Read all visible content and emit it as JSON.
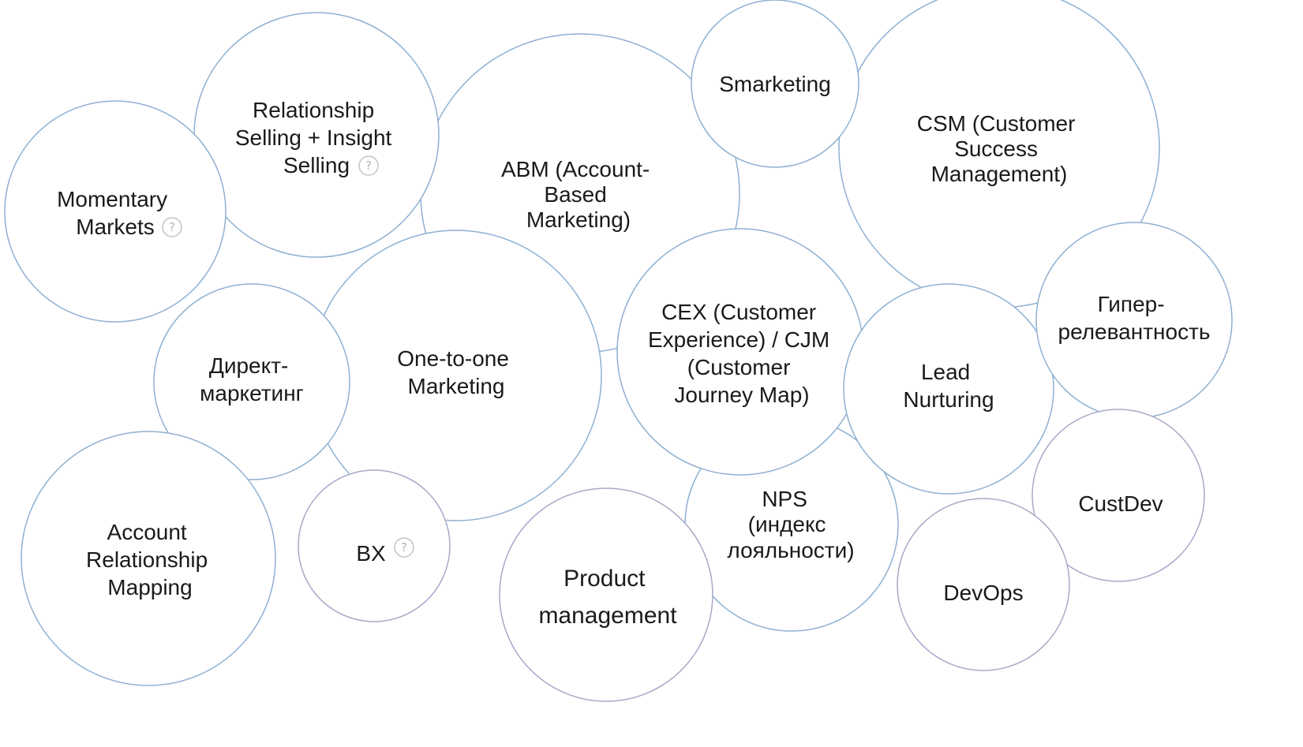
{
  "bubbles": [
    {
      "id": "momentary-markets",
      "lines": [
        "Momentary",
        "Markets"
      ],
      "help_icon": "question-icon",
      "style": "blue"
    },
    {
      "id": "relationship-selling",
      "lines": [
        "Relationship",
        "Selling + Insight",
        "Selling"
      ],
      "help_icon": "question-icon",
      "style": "blue"
    },
    {
      "id": "abm",
      "lines": [
        "ABM (Account-",
        "Based",
        "Marketing)"
      ],
      "help_icon": null,
      "style": "blue"
    },
    {
      "id": "smarketing",
      "lines": [
        "Smarketing"
      ],
      "help_icon": null,
      "style": "blue"
    },
    {
      "id": "csm",
      "lines": [
        "CSM (Customer",
        "Success",
        "Management)"
      ],
      "help_icon": null,
      "style": "blue"
    },
    {
      "id": "direct-marketing",
      "lines": [
        "Директ-",
        "маркетинг"
      ],
      "help_icon": null,
      "style": "blue"
    },
    {
      "id": "one-to-one",
      "lines": [
        "One-to-one",
        "Marketing"
      ],
      "help_icon": null,
      "style": "blue"
    },
    {
      "id": "cex-cjm",
      "lines": [
        "CEX (Customer",
        "Experience) / CJM",
        "(Customer",
        "Journey Map)"
      ],
      "help_icon": null,
      "style": "blue"
    },
    {
      "id": "lead-nurturing",
      "lines": [
        "Lead",
        "Nurturing"
      ],
      "help_icon": null,
      "style": "blue"
    },
    {
      "id": "hyper-relevance",
      "lines": [
        "Гипер-",
        "релевантность"
      ],
      "help_icon": null,
      "style": "blue"
    },
    {
      "id": "account-relationship-mapping",
      "lines": [
        "Account",
        "Relationship",
        "Mapping"
      ],
      "help_icon": null,
      "style": "blue"
    },
    {
      "id": "bx",
      "lines": [
        "BX"
      ],
      "help_icon": "question-icon",
      "style": "grey"
    },
    {
      "id": "nps",
      "lines": [
        "NPS",
        "(индекс",
        "лояльности)"
      ],
      "help_icon": null,
      "style": "blue"
    },
    {
      "id": "product-management",
      "lines": [
        "Product",
        "management"
      ],
      "help_icon": null,
      "style": "grey"
    },
    {
      "id": "custdev",
      "lines": [
        "CustDev"
      ],
      "help_icon": null,
      "style": "grey"
    },
    {
      "id": "devops",
      "lines": [
        "DevOps"
      ],
      "help_icon": null,
      "style": "grey"
    }
  ],
  "help_glyph": "?"
}
